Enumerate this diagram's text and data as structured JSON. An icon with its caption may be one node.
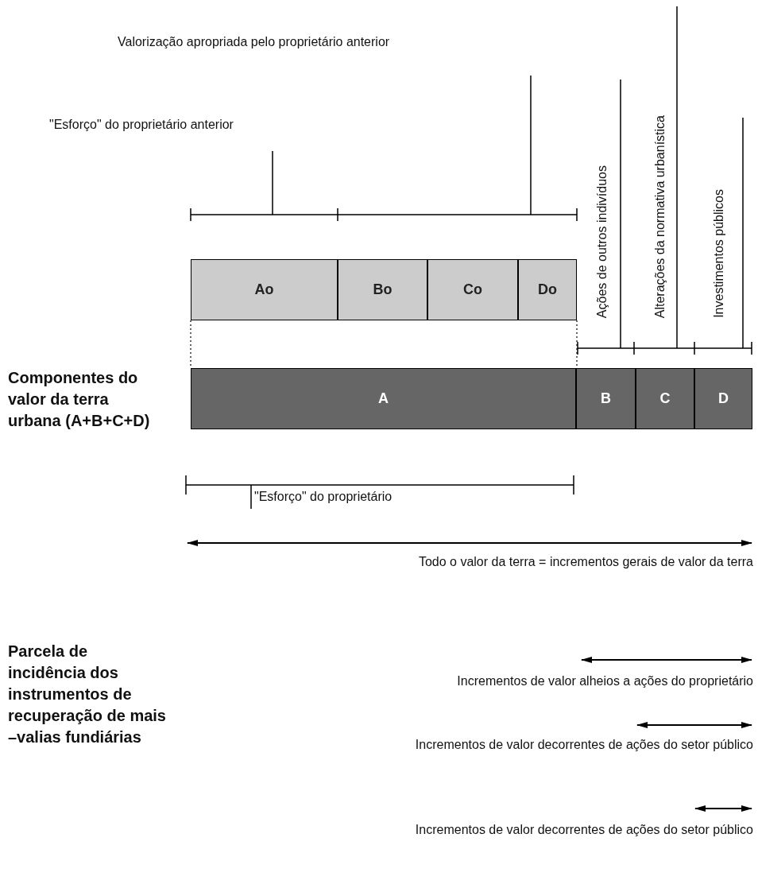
{
  "diagram": {
    "nodes": [
      {
        "text": [
          "Ao"
        ]
      },
      {
        "text": [
          "Bo"
        ]
      },
      {
        "text": [
          "Co"
        ]
      },
      {
        "text": [
          "Do"
        ]
      },
      {
        "text": [
          "A"
        ]
      },
      {
        "text": [
          "B"
        ]
      },
      {
        "text": [
          "C"
        ]
      },
      {
        "text": [
          "D"
        ]
      }
    ],
    "edges": [
      {
        "from": 0,
        "to": 4,
        "arrow": "none",
        "style": "dashed"
      },
      {
        "from": 3,
        "to": 4,
        "arrow": "none",
        "style": "dashed"
      }
    ],
    "labels": [
      "Valorização apropriada pelo proprietário anterior",
      "\"Esforço\" do proprietário anterior",
      "Ações de outros indivíduos",
      "Alterações da normativa urbanística",
      "Investimentos públicos",
      "Componentes do valor da terra urbana (A+B+C+D)",
      "\"Esforço\" do proprietário",
      "Todo o valor da terra = incrementos gerais de valor da terra",
      "Parcela de incidência dos instrumentos de recuperação de mais –valias fundiárias",
      "Incrementos de valor alheios a ações do proprietário",
      "Incrementos de valor decorrentes de ações do setor público",
      "Incrementos de valor decorrentes de ações do setor público"
    ]
  }
}
